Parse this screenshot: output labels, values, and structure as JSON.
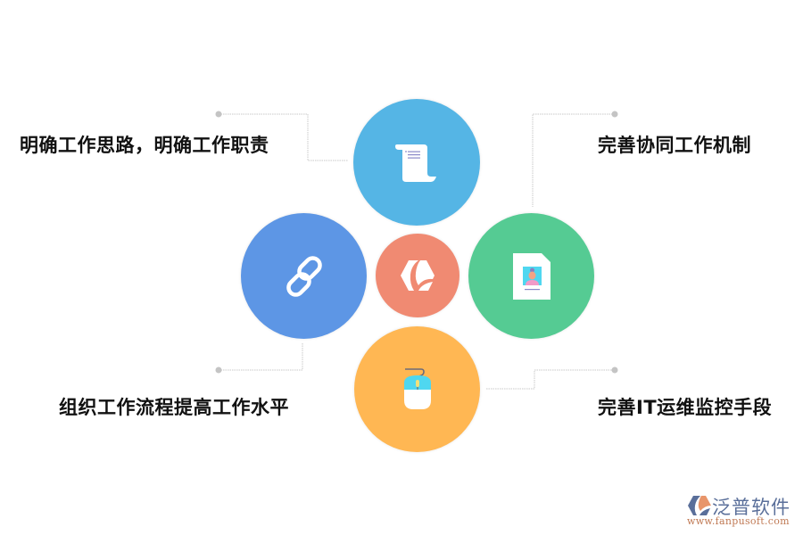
{
  "diagram": {
    "center": {
      "icon": "brand-leaf-hexagon-icon",
      "color": "#f08a72"
    },
    "nodes": [
      {
        "id": "top",
        "label": "明确工作思路，明确工作职责",
        "icon": "scroll-document-icon",
        "color": "#55b5e5"
      },
      {
        "id": "right",
        "label": "完善协同工作机制",
        "icon": "profile-card-icon",
        "color": "#55cb93"
      },
      {
        "id": "left",
        "label": "组织工作流程提高工作水平",
        "icon": "chain-link-icon",
        "color": "#5d96e5"
      },
      {
        "id": "bottom",
        "label": "完善IT运维监控手段",
        "icon": "computer-mouse-icon",
        "color": "#ffb753"
      }
    ],
    "connector_color": "#c8c8c8"
  },
  "watermark": {
    "title": "泛普软件",
    "url": "www.fanpusoft.com"
  }
}
